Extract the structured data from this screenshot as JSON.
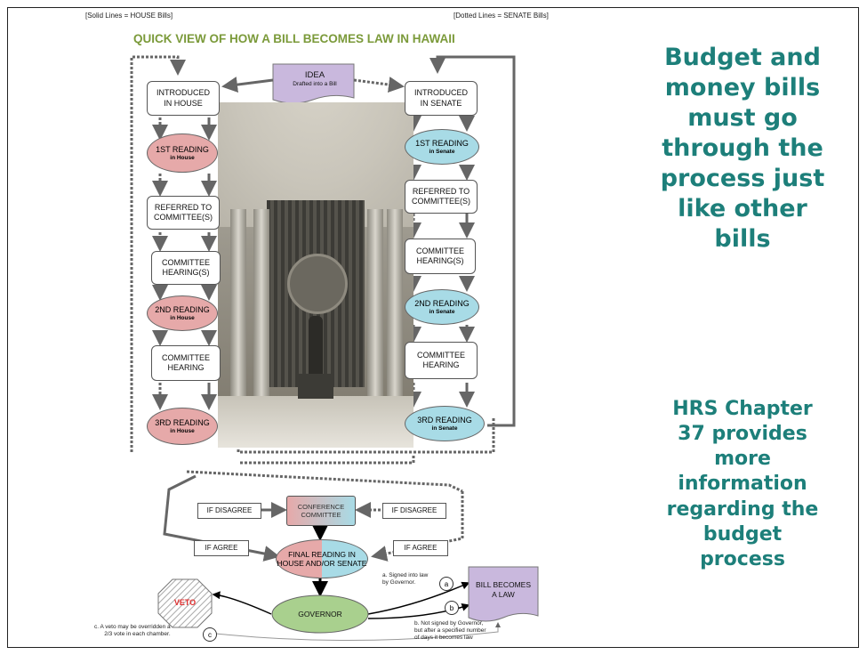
{
  "legend": {
    "house": "[Solid Lines = HOUSE Bills]",
    "senate": "[Dotted Lines = SENATE Bills]"
  },
  "title": "QUICK VIEW OF HOW A BILL BECOMES LAW IN HAWAII",
  "idea": {
    "line1": "IDEA",
    "line2": "Drafted into a Bill"
  },
  "house": {
    "introduced": [
      "INTRODUCED",
      "IN HOUSE"
    ],
    "reading1": {
      "main": "1ST READING",
      "sub": "in House"
    },
    "referred": [
      "REFERRED TO",
      "COMMITTEE(S)"
    ],
    "hearings": [
      "COMMITTEE",
      "HEARING(S)"
    ],
    "reading2": {
      "main": "2ND READING",
      "sub": "in House"
    },
    "hearing": [
      "COMMITTEE",
      "HEARING"
    ],
    "reading3": {
      "main": "3RD READING",
      "sub": "in House"
    }
  },
  "senate": {
    "introduced": [
      "INTRODUCED",
      "IN SENATE"
    ],
    "reading1": {
      "main": "1ST READING",
      "sub": "in Senate"
    },
    "referred": [
      "REFERRED TO",
      "COMMITTEE(S)"
    ],
    "hearings": [
      "COMMITTEE",
      "HEARING(S)"
    ],
    "reading2": {
      "main": "2ND READING",
      "sub": "in Senate"
    },
    "hearing": [
      "COMMITTEE",
      "HEARING"
    ],
    "reading3": {
      "main": "3RD READING",
      "sub": "in Senate"
    }
  },
  "conference": [
    "CONFERENCE",
    "COMMITTEE"
  ],
  "if_disagree_left": "IF DISAGREE",
  "if_disagree_right": "IF DISAGREE",
  "if_agree_left": "IF AGREE",
  "if_agree_right": "IF AGREE",
  "final_reading": [
    "FINAL READING IN",
    "HOUSE AND/OR SENATE"
  ],
  "governor": "GOVERNOR",
  "veto": "VETO",
  "bill_becomes_law": [
    "BILL BECOMES",
    "A LAW"
  ],
  "notes": {
    "a": [
      "a. Signed into law",
      "by Governor."
    ],
    "b": [
      "b. Not signed by Governor,",
      "but after a specified number",
      "of days it becomes law"
    ],
    "c": [
      "c. A veto may be overridden a",
      "2/3 vote in each chamber."
    ]
  },
  "circles": {
    "a": "a",
    "b": "b",
    "c": "c"
  },
  "side_text_top": [
    "Budget and",
    "money bills",
    "must go",
    "through the",
    "process just",
    "like other",
    "bills"
  ],
  "side_text_bottom": [
    "HRS Chapter",
    "37 provides",
    "more",
    "information",
    "regarding the",
    "budget",
    "process"
  ],
  "colors": {
    "house": "#e6a9a9",
    "senate": "#a8dbe6",
    "governor": "#a9d08e",
    "law": "#c9b8dd",
    "teal_text": "#1d7f7a",
    "title": "#7b9a3a"
  }
}
